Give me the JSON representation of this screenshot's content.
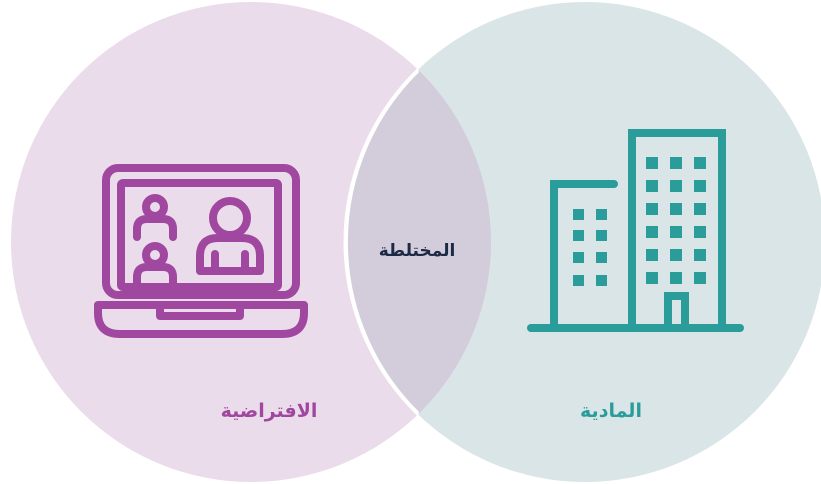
{
  "diagram": {
    "type": "venn",
    "sets": {
      "virtual": {
        "label": "الافتراضية",
        "icon": "video-conference-laptop-icon",
        "fill_color": "#eadcea",
        "label_color": "#a0479f"
      },
      "physical": {
        "label": "المادية",
        "icon": "office-building-icon",
        "fill_color": "#dae5e7",
        "label_color": "#2a9d9a"
      },
      "hybrid": {
        "label": "المختلطة",
        "fill_color": "#d2ccdb",
        "label_color": "#1c2a44"
      }
    }
  }
}
